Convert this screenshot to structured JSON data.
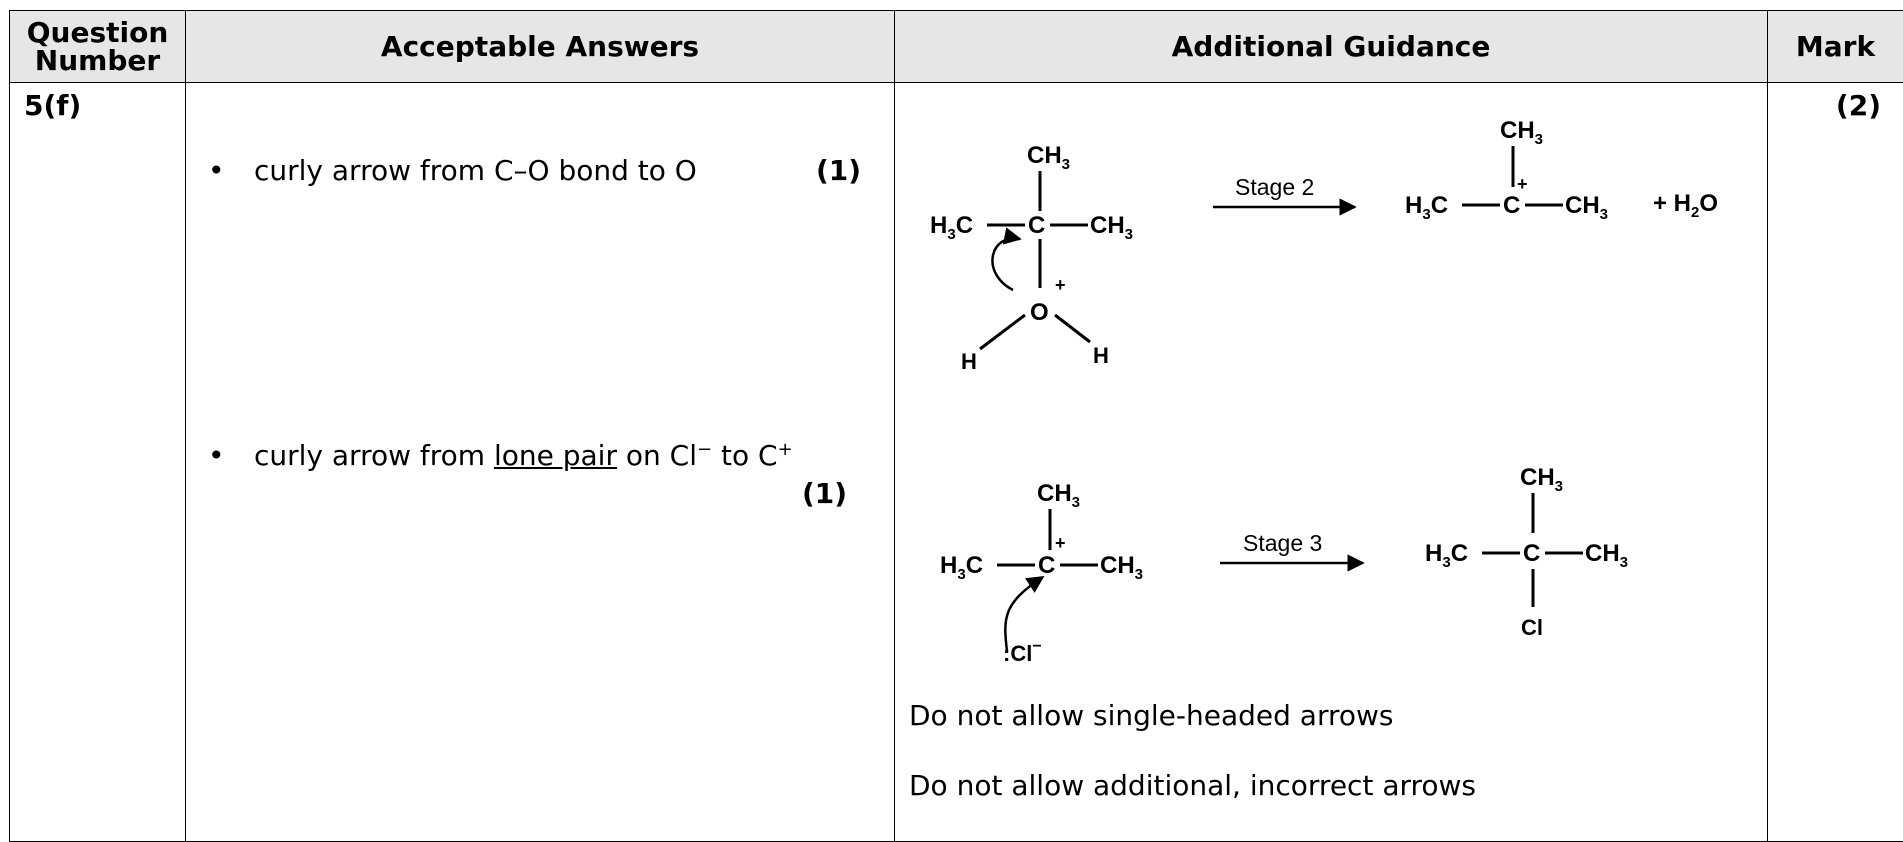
{
  "header": {
    "question_number_line1": "Question",
    "question_number_line2": "Number",
    "acceptable_answers": "Acceptable Answers",
    "additional_guidance": "Additional Guidance",
    "mark": "Mark"
  },
  "row": {
    "question_id": "5(f)",
    "total_mark": "(2)",
    "answers": [
      {
        "text": "curly arrow from C–O bond to O",
        "mark": "(1)"
      },
      {
        "text_before": "curly arrow from ",
        "underlined": "lone pair",
        "text_mid": " on Cl",
        "sup1": "−",
        "text_after": " to C",
        "sup2": "+",
        "mark": "(1)"
      }
    ],
    "guidance": {
      "stage2_label": "Stage 2",
      "stage3_label": "Stage 3",
      "notes": [
        "Do not allow single-headed arrows",
        "Do not allow additional, incorrect arrows"
      ]
    }
  },
  "chem": {
    "ch3": "CH",
    "h3c": "H",
    "sub3": "3",
    "c": "C",
    "o": "O",
    "h": "H",
    "plus": "+",
    "cl": "Cl",
    "lone_pair_cl": ":Cl",
    "minus": "−",
    "plus_h2o": "+ H",
    "sub2": "2",
    "h2o_o": "O"
  }
}
